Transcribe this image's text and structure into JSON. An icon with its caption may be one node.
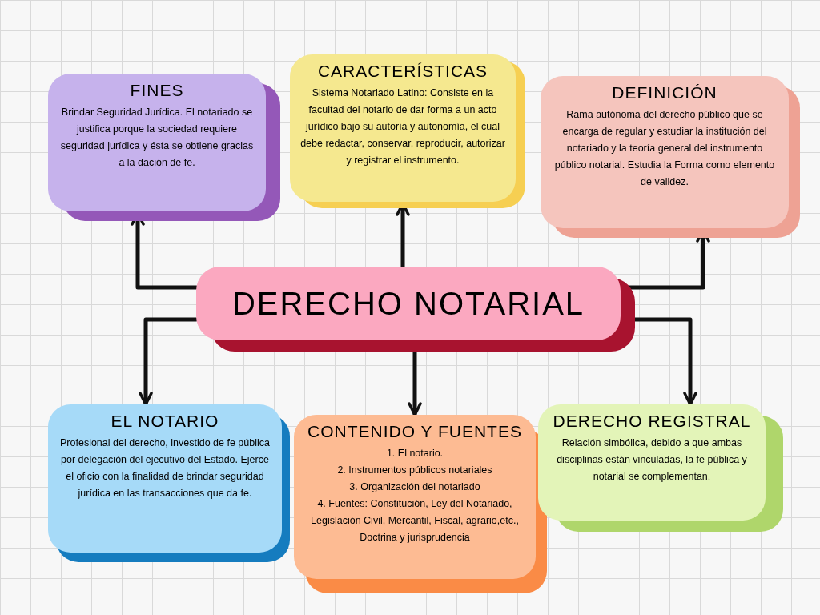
{
  "diagram": {
    "nodes": [
      {
        "text": [
          "DERECHO NOTARIAL"
        ]
      },
      {
        "text": [
          "FINES",
          "Brindar Seguridad Jurídica. El notariado se justifica porque la sociedad requiere seguridad jurídica y ésta se obtiene gracias a la dación de fe."
        ]
      },
      {
        "text": [
          "CARACTERÍSTICAS",
          "Sistema Notariado Latino: Consiste en la facultad del notario de dar forma a un acto jurídico bajo su autoría y autonomía, el cual debe redactar, conservar, reproducir, autorizar y registrar el instrumento."
        ]
      },
      {
        "text": [
          "DEFINICIÓN",
          "Rama autónoma del derecho público que se encarga de regular y estudiar la institución del notariado y la teoría general del instrumento público notarial. Estudia la Forma como elemento de validez."
        ]
      },
      {
        "text": [
          "EL NOTARIO",
          "Profesional del derecho, investido de fe pública por delegación del ejecutivo del Estado. Ejerce el oficio con la finalidad de brindar seguridad jurídica en las transacciones que da fe."
        ]
      },
      {
        "text": [
          "CONTENIDO Y FUENTES",
          "1. El notario.",
          "2. Instrumentos públicos notariales",
          "3. Organización del notariado",
          "4. Fuentes: Constitución, Ley del Notariado, Legislación Civil, Mercantil, Fiscal, agrario,etc., Doctrina y jurisprudencia"
        ]
      },
      {
        "text": [
          "DERECHO REGISTRAL",
          "Relación simbólica, debido a que ambas disciplinas están vinculadas, la fe pública y notarial se complementan."
        ]
      }
    ],
    "edges": [
      {
        "from": 0,
        "to": 1,
        "arrow": "to"
      },
      {
        "from": 0,
        "to": 2,
        "arrow": "to"
      },
      {
        "from": 0,
        "to": 3,
        "arrow": "to"
      },
      {
        "from": 0,
        "to": 4,
        "arrow": "to"
      },
      {
        "from": 0,
        "to": 5,
        "arrow": "to"
      },
      {
        "from": 0,
        "to": 6,
        "arrow": "to"
      }
    ]
  }
}
